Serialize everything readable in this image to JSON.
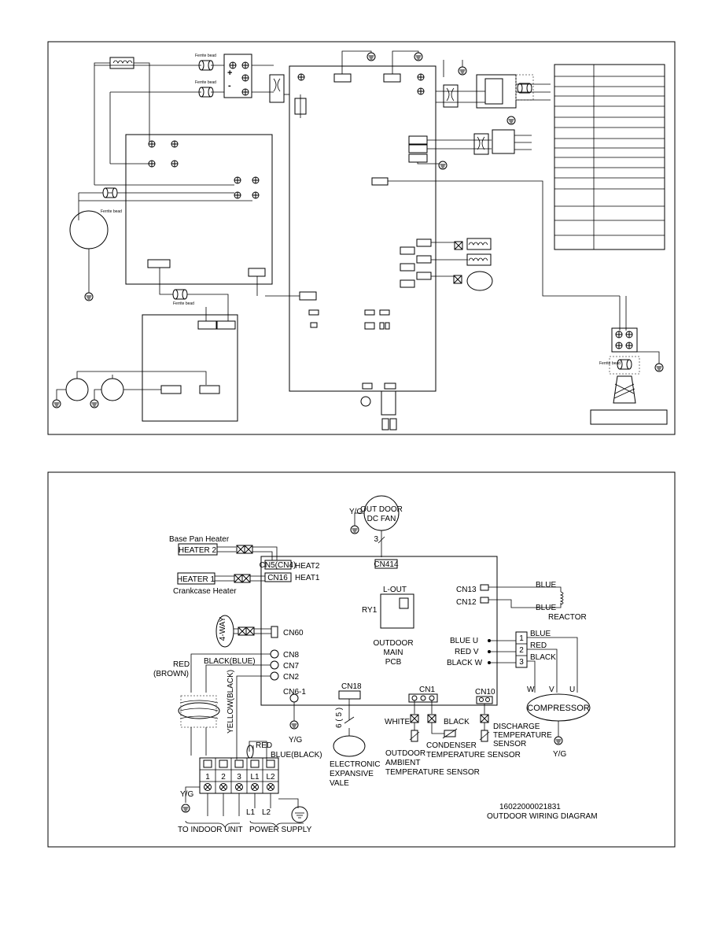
{
  "top_diagram": {
    "ferrite_bead_label": "Ferrite bead",
    "plus_label": "+",
    "minus_label": "-"
  },
  "bottom_diagram": {
    "fan": {
      "label_line1": "OUT DOOR",
      "label_line2": "DC FAN",
      "ground": "Y/G",
      "wire_count": "3",
      "connector": "CN414"
    },
    "heater2": {
      "caption": "Base Pan Heater",
      "label": "HEATER 2",
      "connector": "CN5(CN4)",
      "signal": "HEAT2"
    },
    "heater1": {
      "caption": "Crankcase Heater",
      "label": "HEATER 1",
      "connector": "CN16",
      "signal": "HEAT1"
    },
    "valve": {
      "label": "4-WAY",
      "connector": "CN60"
    },
    "relay": {
      "out": "L-OUT",
      "name": "RY1"
    },
    "pcb": {
      "line1": "OUTDOOR",
      "line2": "MAIN",
      "line3": "PCB"
    },
    "reactor": {
      "cn13": "CN13",
      "cn12": "CN12",
      "wire1": "BLUE",
      "wire2": "BLUE",
      "label": "REACTOR"
    },
    "compressor_side": {
      "u_label": "BLUE  U",
      "v_label": "RED  V",
      "w_label": "BLACK W",
      "t1": "1",
      "t2": "2",
      "t3": "3",
      "w1": "BLUE",
      "w2": "RED",
      "w3": "BLACK",
      "cw": "W",
      "cv": "V",
      "cu": "U",
      "compressor": "COMPRESSOR",
      "ground": "Y/G"
    },
    "connectors": {
      "cn8": "CN8",
      "cn7": "CN7",
      "cn2": "CN2",
      "cn6": "CN6-1",
      "cn18": "CN18",
      "cn1": "CN1",
      "cn10": "CN10"
    },
    "wires": {
      "red_brown_1": "RED",
      "red_brown_2": "(BROWN)",
      "black_blue": "BLACK(BLUE)",
      "yellow_black": "YELLOW(BLACK)",
      "red": "RED",
      "blue_black": "BLUE(BLACK)",
      "cn6_ground": "Y/G"
    },
    "eev": {
      "count": "6 ( 5 )",
      "line1": "ELECTRONIC",
      "line2": "EXPANSIVE",
      "line3": "VALE"
    },
    "sensors": {
      "white": "WHITE",
      "black": "BLACK",
      "ambient1": "OUTDOOR",
      "ambient2": "AMBIENT",
      "ambient3": "TEMPERATURE SENSOR",
      "condenser1": "CONDENSER",
      "condenser2": "TEMPERATURE SENSOR",
      "discharge1": "DISCHARGE",
      "discharge2": "TEMPERATURE",
      "discharge3": "SENSOR"
    },
    "terminal": {
      "t1": "1",
      "t2": "2",
      "t3": "3",
      "tl1": "L1",
      "tl2": "L2",
      "l1": "L1",
      "l2": "L2",
      "ground": "Y/G",
      "to_indoor": "TO INDOOR UNIT",
      "power": "POWER SUPPLY"
    },
    "doc_number": "16022000021831",
    "title": "OUTDOOR  WIRING  DIAGRAM"
  }
}
